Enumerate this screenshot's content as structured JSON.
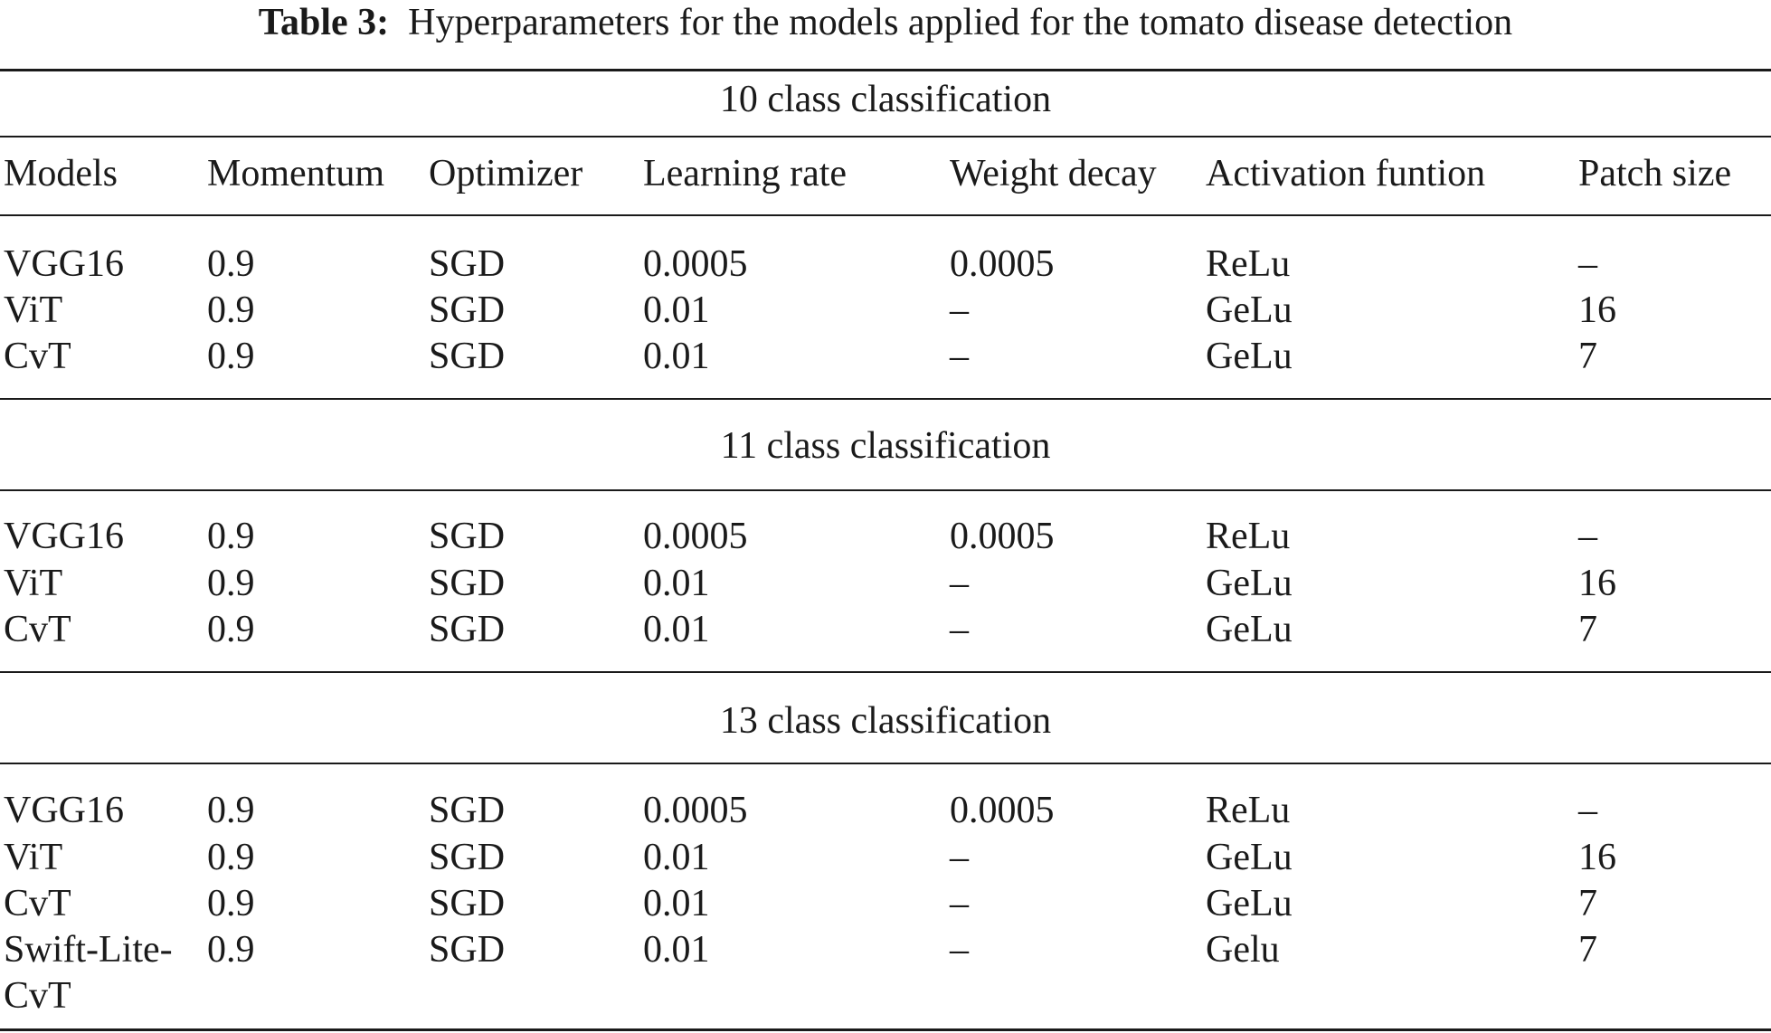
{
  "caption": {
    "label": "Table 3:",
    "text": "Hyperparameters for the models applied for the tomato disease detection"
  },
  "columns": [
    "Models",
    "Momentum",
    "Optimizer",
    "Learning rate",
    "Weight decay",
    "Activation funtion",
    "Patch size"
  ],
  "sections": [
    {
      "title": "10 class classification",
      "rows": [
        [
          "VGG16",
          "0.9",
          "SGD",
          "0.0005",
          "0.0005",
          "ReLu",
          "–"
        ],
        [
          "ViT",
          "0.9",
          "SGD",
          "0.01",
          "–",
          "GeLu",
          "16"
        ],
        [
          "CvT",
          "0.9",
          "SGD",
          "0.01",
          "–",
          "GeLu",
          "7"
        ]
      ]
    },
    {
      "title": "11 class classification",
      "rows": [
        [
          "VGG16",
          "0.9",
          "SGD",
          "0.0005",
          "0.0005",
          "ReLu",
          "–"
        ],
        [
          "ViT",
          "0.9",
          "SGD",
          "0.01",
          "–",
          "GeLu",
          "16"
        ],
        [
          "CvT",
          "0.9",
          "SGD",
          "0.01",
          "–",
          "GeLu",
          "7"
        ]
      ]
    },
    {
      "title": "13 class classification",
      "rows": [
        [
          "VGG16",
          "0.9",
          "SGD",
          "0.0005",
          "0.0005",
          "ReLu",
          "–"
        ],
        [
          "ViT",
          "0.9",
          "SGD",
          "0.01",
          "–",
          "GeLu",
          "16"
        ],
        [
          "CvT",
          "0.9",
          "SGD",
          "0.01",
          "–",
          "GeLu",
          "7"
        ],
        [
          "Swift-Lite-",
          "0.9",
          "SGD",
          "0.01",
          "–",
          "Gelu",
          "7"
        ],
        [
          "CvT",
          "",
          "",
          "",
          "",
          "",
          ""
        ]
      ]
    }
  ]
}
